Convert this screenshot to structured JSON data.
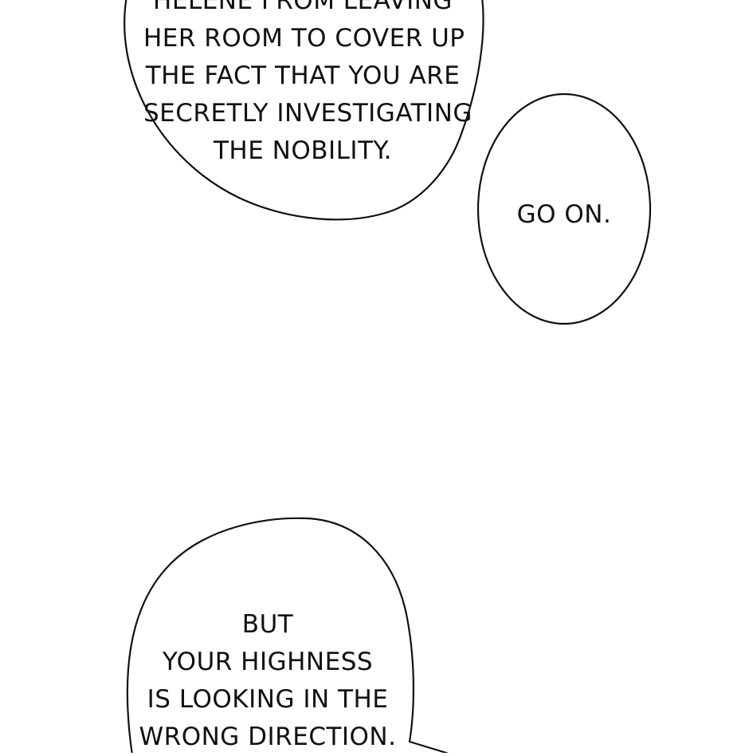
{
  "bubbles": [
    {
      "id": "bubble-1",
      "lines": [
        "HELENE FROM LEAVING",
        "HER ROOM TO COVER UP",
        "THE FACT THAT YOU ARE",
        "SECRETLY INVESTIGATING",
        "THE NOBILITY."
      ]
    },
    {
      "id": "bubble-2",
      "lines": [
        "GO ON."
      ]
    },
    {
      "id": "bubble-3",
      "lines": [
        "BUT",
        "YOUR HIGHNESS",
        "IS LOOKING IN THE",
        "WRONG DIRECTION."
      ]
    }
  ],
  "colors": {
    "background": "#ffffff",
    "ink": "#111111"
  }
}
